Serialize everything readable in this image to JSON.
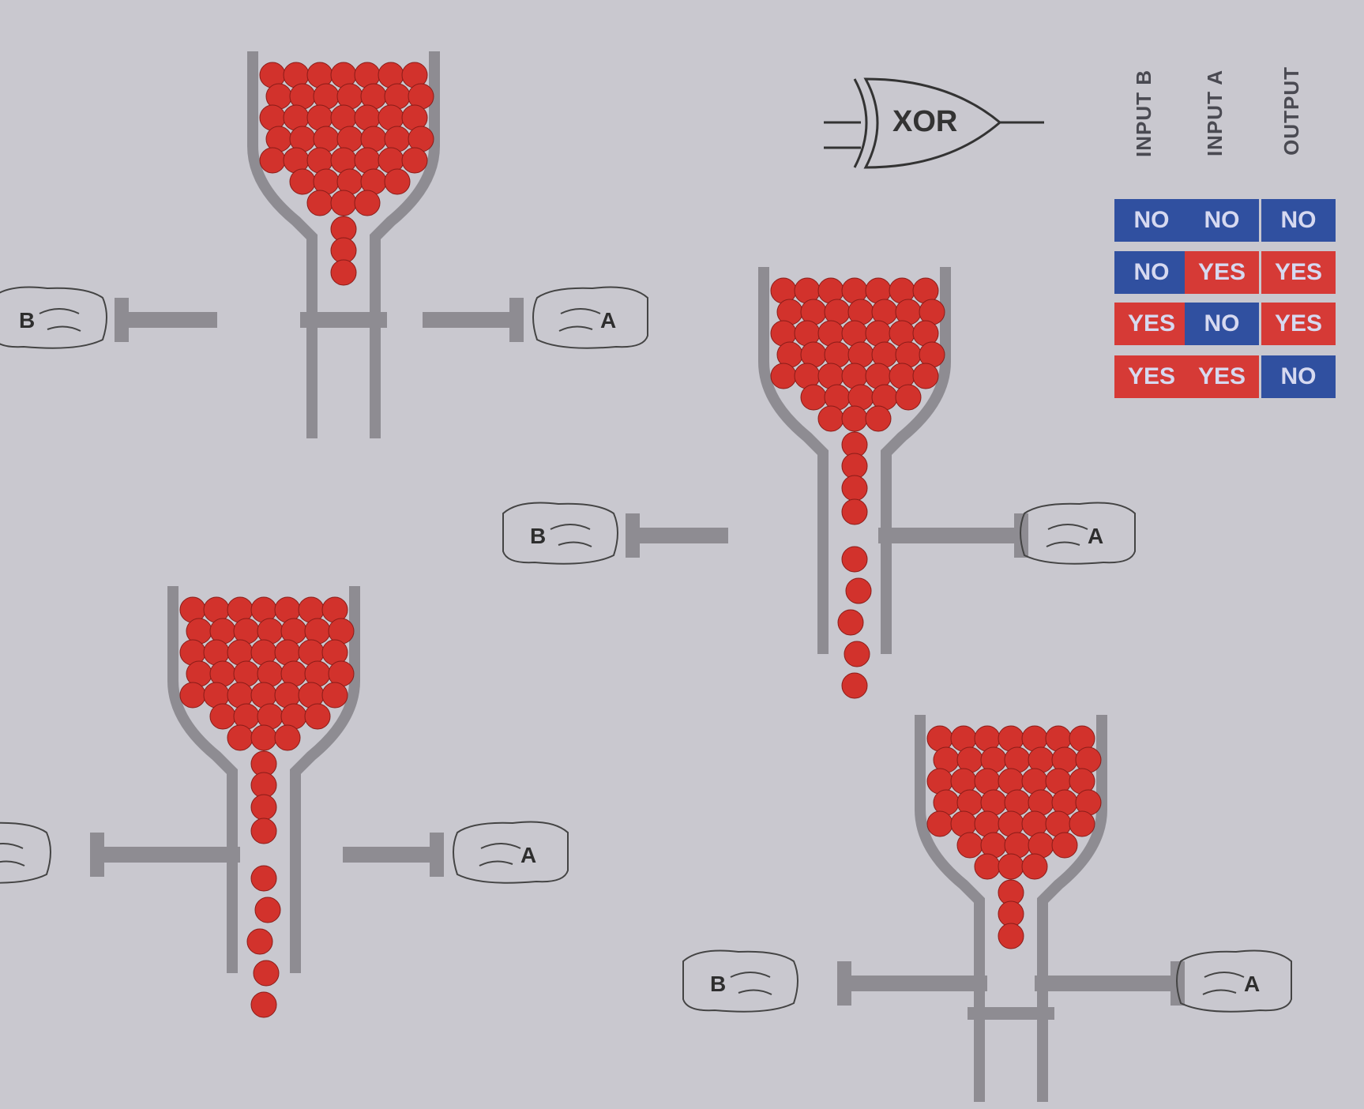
{
  "gate": {
    "label": "XOR"
  },
  "truth_table": {
    "headers": [
      "INPUT B",
      "INPUT A",
      "OUTPUT"
    ],
    "rows": [
      [
        "NO",
        "NO",
        "NO"
      ],
      [
        "NO",
        "YES",
        "YES"
      ],
      [
        "YES",
        "NO",
        "YES"
      ],
      [
        "YES",
        "YES",
        "NO"
      ]
    ],
    "colors": {
      "YES": "#d63a36",
      "NO": "#3050a0"
    }
  },
  "hands": {
    "a_label": "A",
    "b_label": "B"
  },
  "panels": [
    {
      "input_b": "NO",
      "input_a": "NO",
      "output": "NO"
    },
    {
      "input_b": "NO",
      "input_a": "YES",
      "output": "YES"
    },
    {
      "input_b": "YES",
      "input_a": "NO",
      "output": "YES"
    },
    {
      "input_b": "YES",
      "input_a": "YES",
      "output": "NO"
    }
  ],
  "colors": {
    "ball": "#d2322c",
    "tube": "#8e8c92",
    "background": "#c9c8cf"
  }
}
